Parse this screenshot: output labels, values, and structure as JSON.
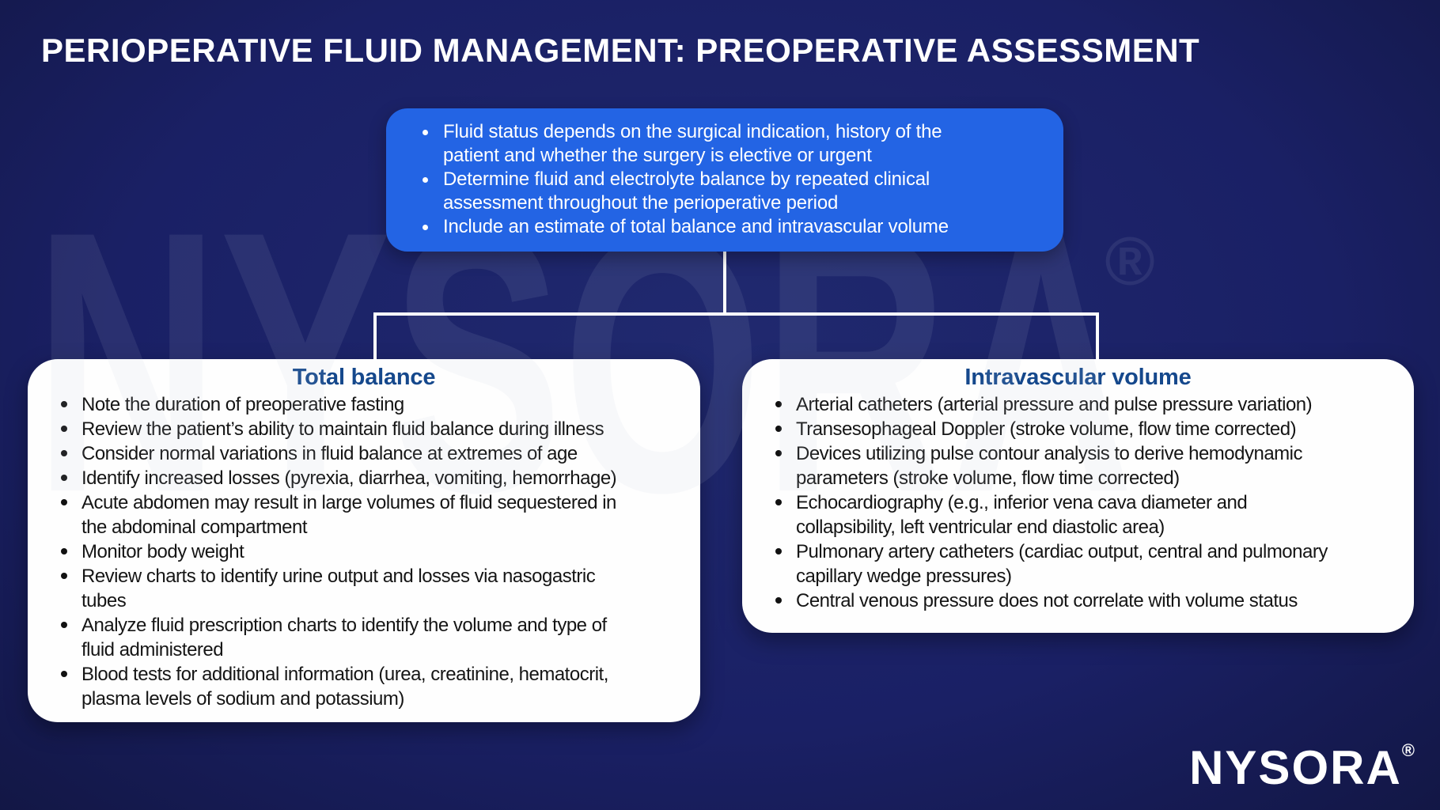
{
  "slide": {
    "title": "PERIOPERATIVE FLUID MANAGEMENT: PREOPERATIVE ASSESSMENT",
    "watermark": {
      "text": "NYSORA",
      "registered": "®"
    },
    "brand": {
      "logo_text": "NYSORA",
      "registered": "®"
    }
  },
  "colors": {
    "background_navy": "#1a2065",
    "overview_box_blue": "#2364e4",
    "panel_header_blue": "#15488c",
    "panel_background": "#fefefe",
    "body_text": "#151515",
    "title_text": "#ffffff",
    "connector": "#ffffff"
  },
  "overview": {
    "bullets": [
      [
        "Fluid status depends on the surgical indication, history of the",
        "patient and whether the surgery is elective or urgent"
      ],
      [
        "Determine fluid and electrolyte balance by repeated clinical",
        "assessment throughout the perioperative period"
      ],
      [
        "Include an estimate of total balance and intravascular volume"
      ]
    ]
  },
  "columns": [
    {
      "title": "Total balance",
      "bullets": [
        [
          "Note the duration of preoperative fasting"
        ],
        [
          "Review the patient’s ability to maintain fluid balance during illness"
        ],
        [
          "Consider normal variations in fluid balance at extremes of age"
        ],
        [
          "Identify increased losses (pyrexia, diarrhea, vomiting, hemorrhage)"
        ],
        [
          "Acute abdomen may result in large volumes of fluid sequestered in",
          "the abdominal compartment"
        ],
        [
          "Monitor body weight"
        ],
        [
          "Review charts to identify urine output and losses via nasogastric",
          "tubes"
        ],
        [
          "Analyze fluid prescription charts to identify the volume and type of",
          "fluid administered"
        ],
        [
          "Blood tests for additional information (urea, creatinine, hematocrit,",
          "plasma levels of sodium and potassium)"
        ]
      ]
    },
    {
      "title": "Intravascular volume",
      "bullets": [
        [
          "Arterial catheters (arterial pressure and pulse pressure variation)"
        ],
        [
          "Transesophageal Doppler (stroke volume, flow time corrected)"
        ],
        [
          "Devices utilizing pulse contour analysis to derive hemodynamic",
          "parameters (stroke volume, flow time corrected)"
        ],
        [
          "Echocardiography (e.g., inferior vena cava diameter and",
          "collapsibility, left ventricular end diastolic area)"
        ],
        [
          "Pulmonary artery catheters (cardiac output, central and pulmonary",
          "capillary wedge pressures)"
        ],
        [
          "Central venous pressure does not correlate with volume status"
        ]
      ]
    }
  ]
}
